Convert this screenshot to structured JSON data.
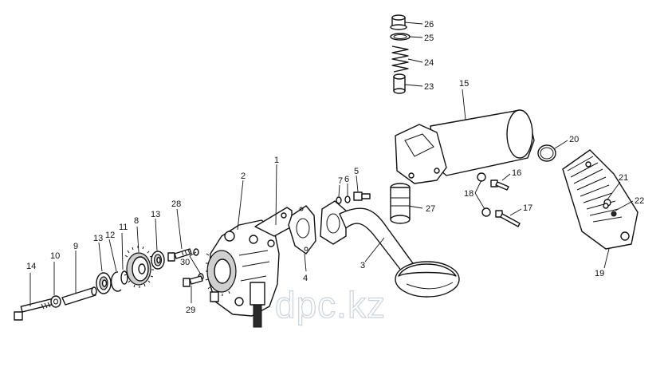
{
  "watermark": "dpc.kz",
  "callouts": {
    "c1": "1",
    "c2": "2",
    "c3": "3",
    "c4": "4",
    "c5": "5",
    "c6": "6",
    "c7": "7",
    "c8": "8",
    "c9": "9",
    "c10": "10",
    "c11": "11",
    "c12": "12",
    "c13a": "13",
    "c13b": "13",
    "c14": "14",
    "c15": "15",
    "c16": "16",
    "c17": "17",
    "c18": "18",
    "c19": "19",
    "c20": "20",
    "c21": "21",
    "c22": "22",
    "c23": "23",
    "c24": "24",
    "c25": "25",
    "c26": "26",
    "c27": "27",
    "c28": "28",
    "c29": "29",
    "c30": "30"
  }
}
